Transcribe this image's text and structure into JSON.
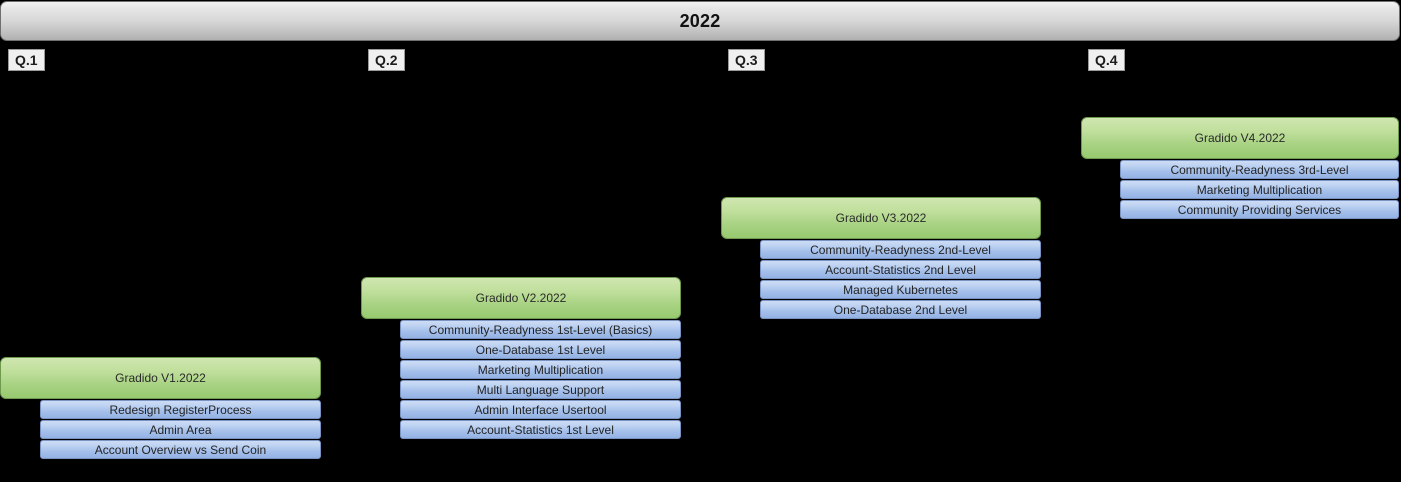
{
  "timeline": {
    "year_label": "2022",
    "quarters": [
      {
        "label": "Q.1"
      },
      {
        "label": "Q.2"
      },
      {
        "label": "Q.3"
      },
      {
        "label": "Q.4"
      }
    ]
  },
  "colors": {
    "background": "#000000",
    "year_bar_top": "#f2f2f2",
    "year_bar_bottom": "#b0b0b0",
    "release_green_top": "#cfe6b0",
    "release_green_bottom": "#97c96f",
    "task_blue_top": "#cddcf5",
    "task_blue_bottom": "#93b2e4",
    "quarter_label_bg": "#f0f0f0"
  },
  "releases": [
    {
      "title": "Gradido V1.2022",
      "quarter": "Q.1",
      "tasks": [
        "Redesign RegisterProcess",
        "Admin Area",
        "Account Overview vs Send Coin"
      ]
    },
    {
      "title": "Gradido V2.2022",
      "quarter": "Q.2",
      "tasks": [
        "Community-Readyness 1st-Level (Basics)",
        "One-Database 1st Level",
        "Marketing Multiplication",
        "Multi Language Support",
        "Admin Interface Usertool",
        "Account-Statistics 1st Level"
      ]
    },
    {
      "title": "Gradido V3.2022",
      "quarter": "Q.3",
      "tasks": [
        "Community-Readyness 2nd-Level",
        "Account-Statistics 2nd Level",
        "Managed Kubernetes",
        "One-Database 2nd Level"
      ]
    },
    {
      "title": "Gradido V4.2022",
      "quarter": "Q.4",
      "tasks": [
        "Community-Readyness 3rd-Level",
        "Marketing Multiplication",
        "Community Providing Services"
      ]
    }
  ]
}
